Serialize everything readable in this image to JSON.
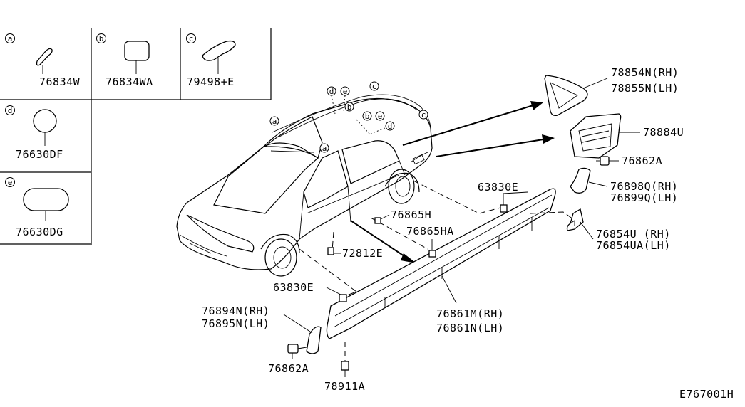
{
  "legend": {
    "a": {
      "key": "a",
      "part": "76834W"
    },
    "b": {
      "key": "b",
      "part": "76834WA"
    },
    "c": {
      "key": "c",
      "part": "79498+E"
    },
    "d": {
      "key": "d",
      "part": "76630DF"
    },
    "e": {
      "key": "e",
      "part": "76630DG"
    }
  },
  "car_markers": {
    "m1": "a",
    "m2": "d",
    "m3": "e",
    "m4": "c",
    "m5": "b",
    "m6": "b",
    "m7": "e",
    "m8": "d",
    "m9": "c",
    "m10": "a"
  },
  "callouts": {
    "p78854N": "78854N(RH)",
    "p78855N": "78855N(LH)",
    "p78884U": "78884U",
    "p76862A_top": "76862A",
    "p76898Q": "76898Q(RH)",
    "p76899Q": "76899Q(LH)",
    "p63830E_top": "63830E",
    "p76854U": "76854U (RH)",
    "p76854UA": "76854UA(LH)",
    "p76865H": "76865H",
    "p76865HA": "76865HA",
    "p72812E": "72812E",
    "p63830E_bot": "63830E",
    "p76861M": "76861M(RH)",
    "p76861N": "76861N(LH)",
    "p76894N": "76894N(RH)",
    "p76895N": "76895N(LH)",
    "p76862A_bot": "76862A",
    "p78911A": "78911A"
  },
  "diagram_code": "E767001H"
}
